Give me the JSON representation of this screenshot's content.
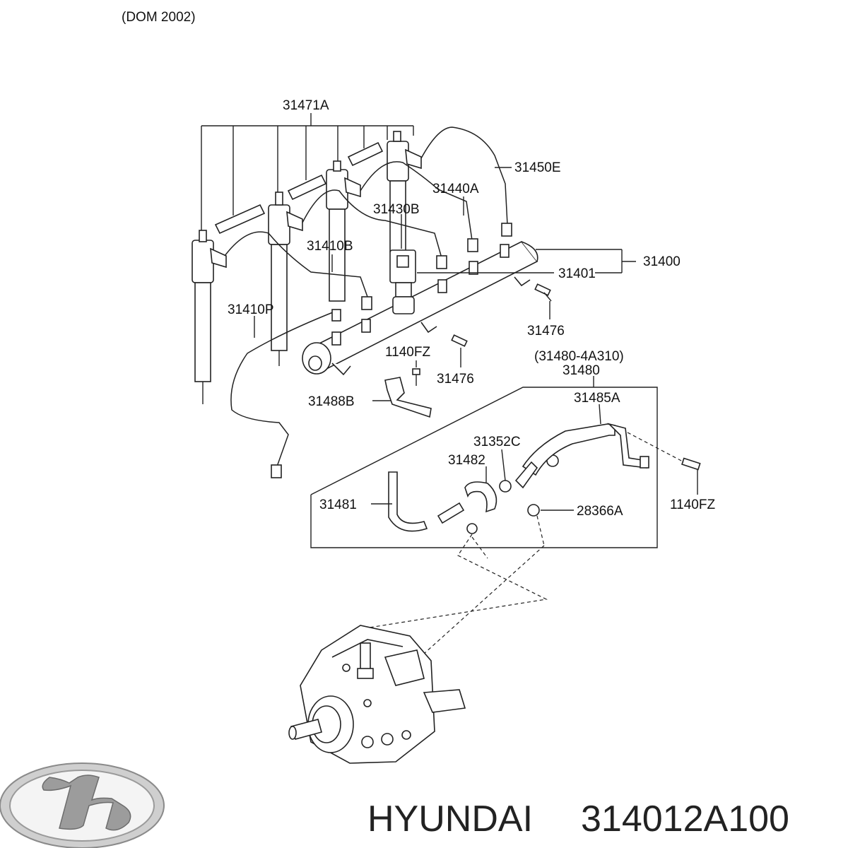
{
  "header_note": "(DOM 2002)",
  "labels": {
    "l_31471A": "31471A",
    "l_31450E": "31450E",
    "l_31440A": "31440A",
    "l_31430B": "31430B",
    "l_31410B": "31410B",
    "l_31400": "31400",
    "l_31401": "31401",
    "l_31410P": "31410P",
    "l_31476a": "31476",
    "l_1140FZa": "1140FZ",
    "l_31476b": "31476",
    "l_31480_alt": "(31480-4A310)",
    "l_31480": "31480",
    "l_31485A": "31485A",
    "l_31488B": "31488B",
    "l_31352C": "31352C",
    "l_31482": "31482",
    "l_31481": "31481",
    "l_28366A": "28366A",
    "l_1140FZb": "1140FZ"
  },
  "brand": {
    "name": "HYUNDAI",
    "part_number": "314012A100"
  }
}
